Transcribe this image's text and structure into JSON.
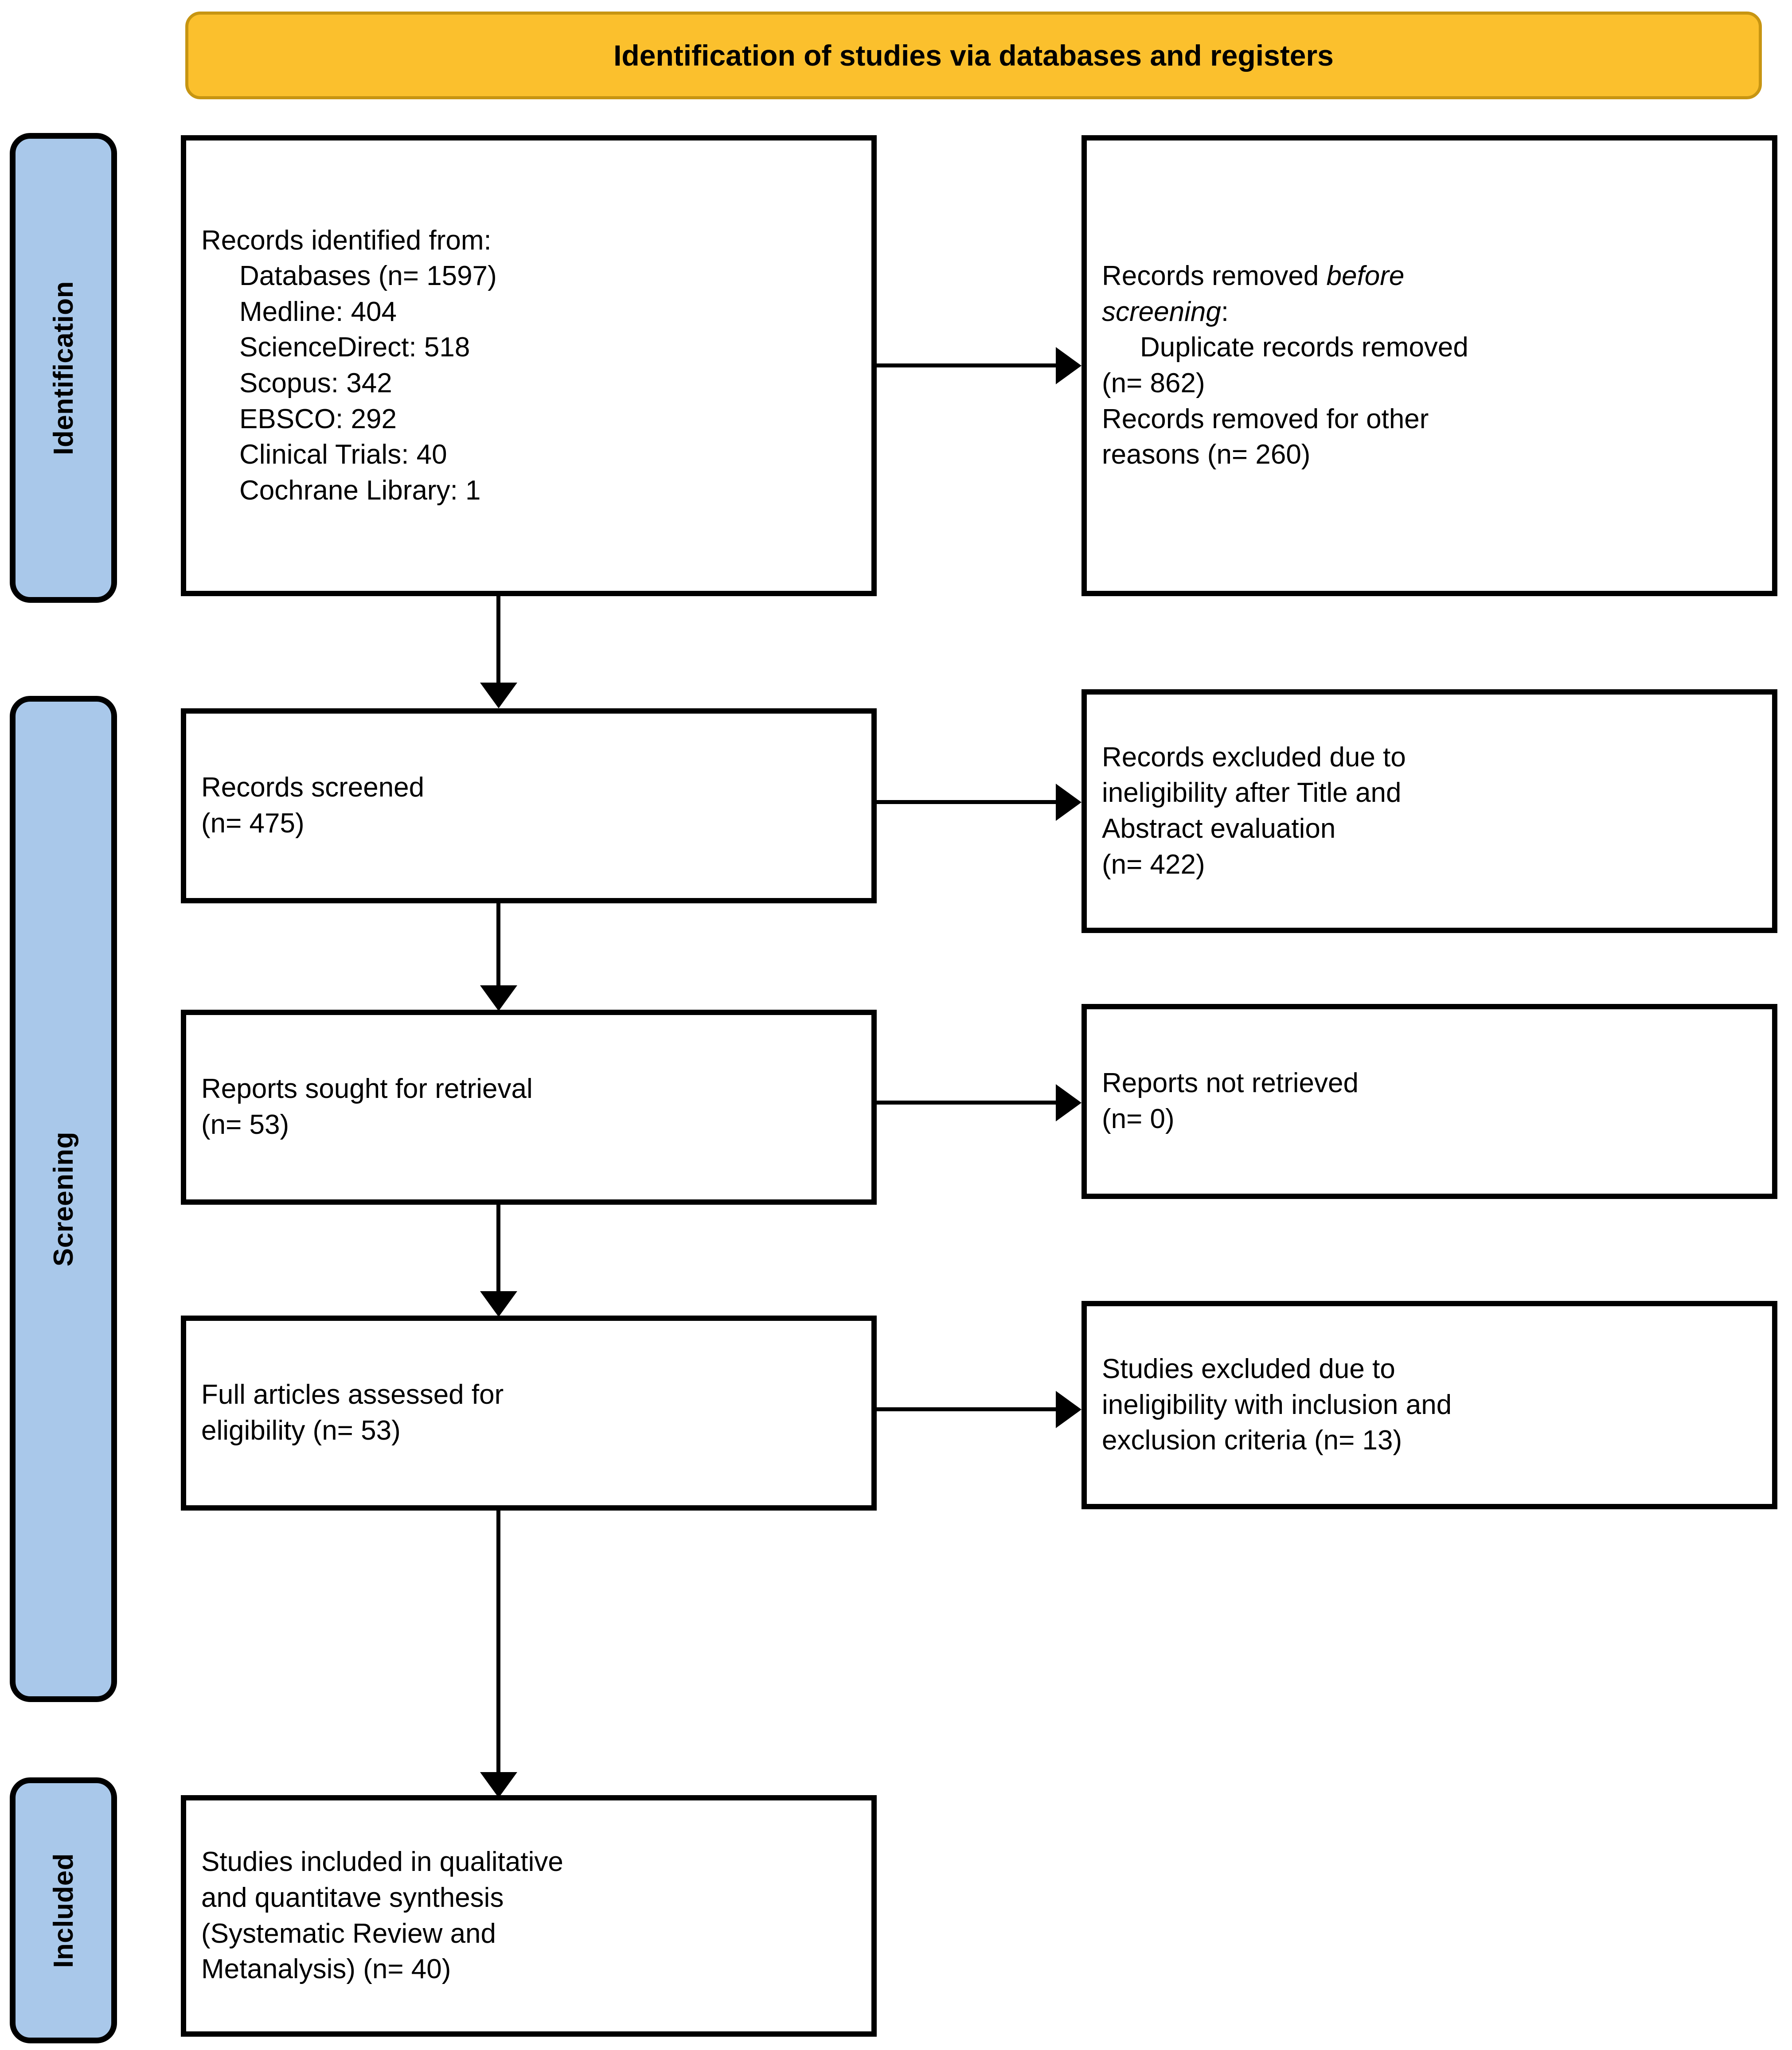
{
  "header": {
    "title": "Identification of studies via databases and registers",
    "background_color": "#FBC02D",
    "border_color": "#C79512"
  },
  "stages": [
    {
      "label": "Identification",
      "color": "#A9C8EA"
    },
    {
      "label": "Screening",
      "color": "#A9C8EA"
    },
    {
      "label": "Included",
      "color": "#A9C8EA"
    }
  ],
  "nodes": {
    "records_identified": {
      "line1": "Records identified from:",
      "line2": "Databases (n= 1597)",
      "line3": "Medline: 404",
      "line4": "ScienceDirect: 518",
      "line5": "Scopus: 342",
      "line6": "EBSCO: 292",
      "line7": "Clinical Trials: 40",
      "line8": "Cochrane Library: 1"
    },
    "records_removed": {
      "line1_a": "Records removed ",
      "line1_b": "before",
      "line2_b": "screening",
      "line2_a": ":",
      "line3": "Duplicate records removed",
      "line4": "(n= 862)",
      "line5": "Records removed for other",
      "line6": "reasons (n= 260)"
    },
    "records_screened": {
      "line1": "Records screened",
      "line2": "(n= 475)"
    },
    "records_excluded": {
      "line1": "Records excluded due to",
      "line2": "ineligibility after Title and",
      "line3": "Abstract evaluation",
      "line4": "(n= 422)"
    },
    "reports_sought": {
      "line1": "Reports sought for retrieval",
      "line2": "(n= 53)"
    },
    "reports_not_retrieved": {
      "line1": "Reports not retrieved",
      "line2": "(n= 0)"
    },
    "full_articles_assessed": {
      "line1": "Full articles assessed for",
      "line2": "eligibility (n= 53)"
    },
    "studies_excluded": {
      "line1": "Studies excluded due to",
      "line2": "ineligibility with inclusion and",
      "line3": "exclusion criteria (n= 13)"
    },
    "studies_included": {
      "line1": "Studies included in qualitative",
      "line2": "and quantitave synthesis",
      "line3": "(Systematic Review and",
      "line4": "Metanalysis) (n= 40)"
    }
  },
  "chart_data": {
    "type": "flowchart",
    "title": "Identification of studies via databases and registers",
    "stages": [
      "Identification",
      "Screening",
      "Included"
    ],
    "counts": {
      "databases_total": 1597,
      "medline": 404,
      "sciencedirect": 518,
      "scopus": 342,
      "ebsco": 292,
      "clinical_trials": 40,
      "cochrane_library": 1,
      "duplicate_records_removed": 862,
      "records_removed_other_reasons": 260,
      "records_screened": 475,
      "records_excluded_title_abstract": 422,
      "reports_sought_for_retrieval": 53,
      "reports_not_retrieved": 0,
      "full_articles_assessed": 53,
      "studies_excluded_criteria": 13,
      "studies_included": 40
    }
  }
}
